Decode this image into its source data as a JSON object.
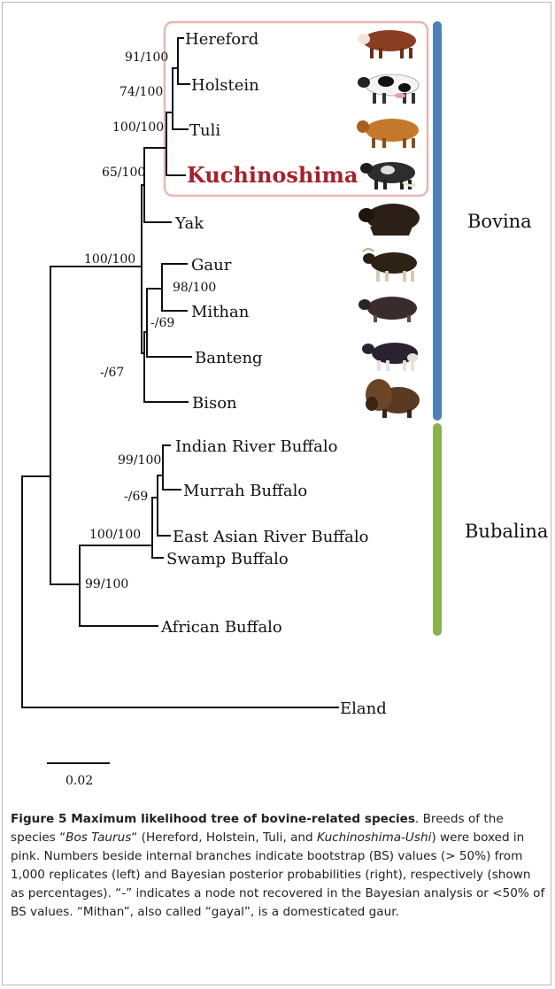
{
  "tree": {
    "taxa": {
      "hereford": "Hereford",
      "holstein": "Holstein",
      "tuli": "Tuli",
      "kuchinoshima": "Kuchinoshima",
      "yak": "Yak",
      "gaur": "Gaur",
      "mithan": "Mithan",
      "banteng": "Banteng",
      "bison": "Bison",
      "indian_river_buffalo": "Indian River Buffalo",
      "murrah_buffalo": "Murrah Buffalo",
      "east_asian_river_buffalo": "East Asian River Buffalo",
      "swamp_buffalo": "Swamp Buffalo",
      "african_buffalo": "African Buffalo",
      "eland": "Eland"
    },
    "support": {
      "hereford_holstein": "91/100",
      "with_tuli": "74/100",
      "with_kuchinoshima": "100/100",
      "with_yak": "65/100",
      "bovina": "100/100",
      "gaur_mithan": "98/100",
      "with_banteng": "-/69",
      "with_bison": "-/67",
      "indian_murrah": "99/100",
      "with_east_asian": "-/69",
      "river_buffalo": "100/100",
      "bubalina": "99/100"
    },
    "groups": {
      "bovina": "Bovina",
      "bubalina": "Bubalina"
    },
    "scale_label": "0.02",
    "colors": {
      "bos_taurus_box": "#e7b7b3",
      "kuchinoshima_text": "#a3222b",
      "bovina_bar": "#4f7fb7",
      "bubalina_bar": "#8bb04f"
    }
  },
  "caption": {
    "figure_label": "Figure 5 Maximum likelihood tree of bovine-related species",
    "line1_a": "Breeds of the species “",
    "line1_italic": "Bos Taurus",
    "line1_b": "“ (Hereford, Holstein, Tuli, and",
    "line2_italic": "Kuchinoshima-Ushi",
    "line2_b": ") were boxed in pink. Numbers beside internal branches indicate bootstrap (BS) values (> 50%) from 1,000 replicates (left) and Bayesian posterior probabilities (right), respectively (shown as percentages). “-” indicates a node not recovered in the Bayesian analysis or <50% of BS values. “Mithan”, also called “gayal”, is a domesticated gaur."
  }
}
